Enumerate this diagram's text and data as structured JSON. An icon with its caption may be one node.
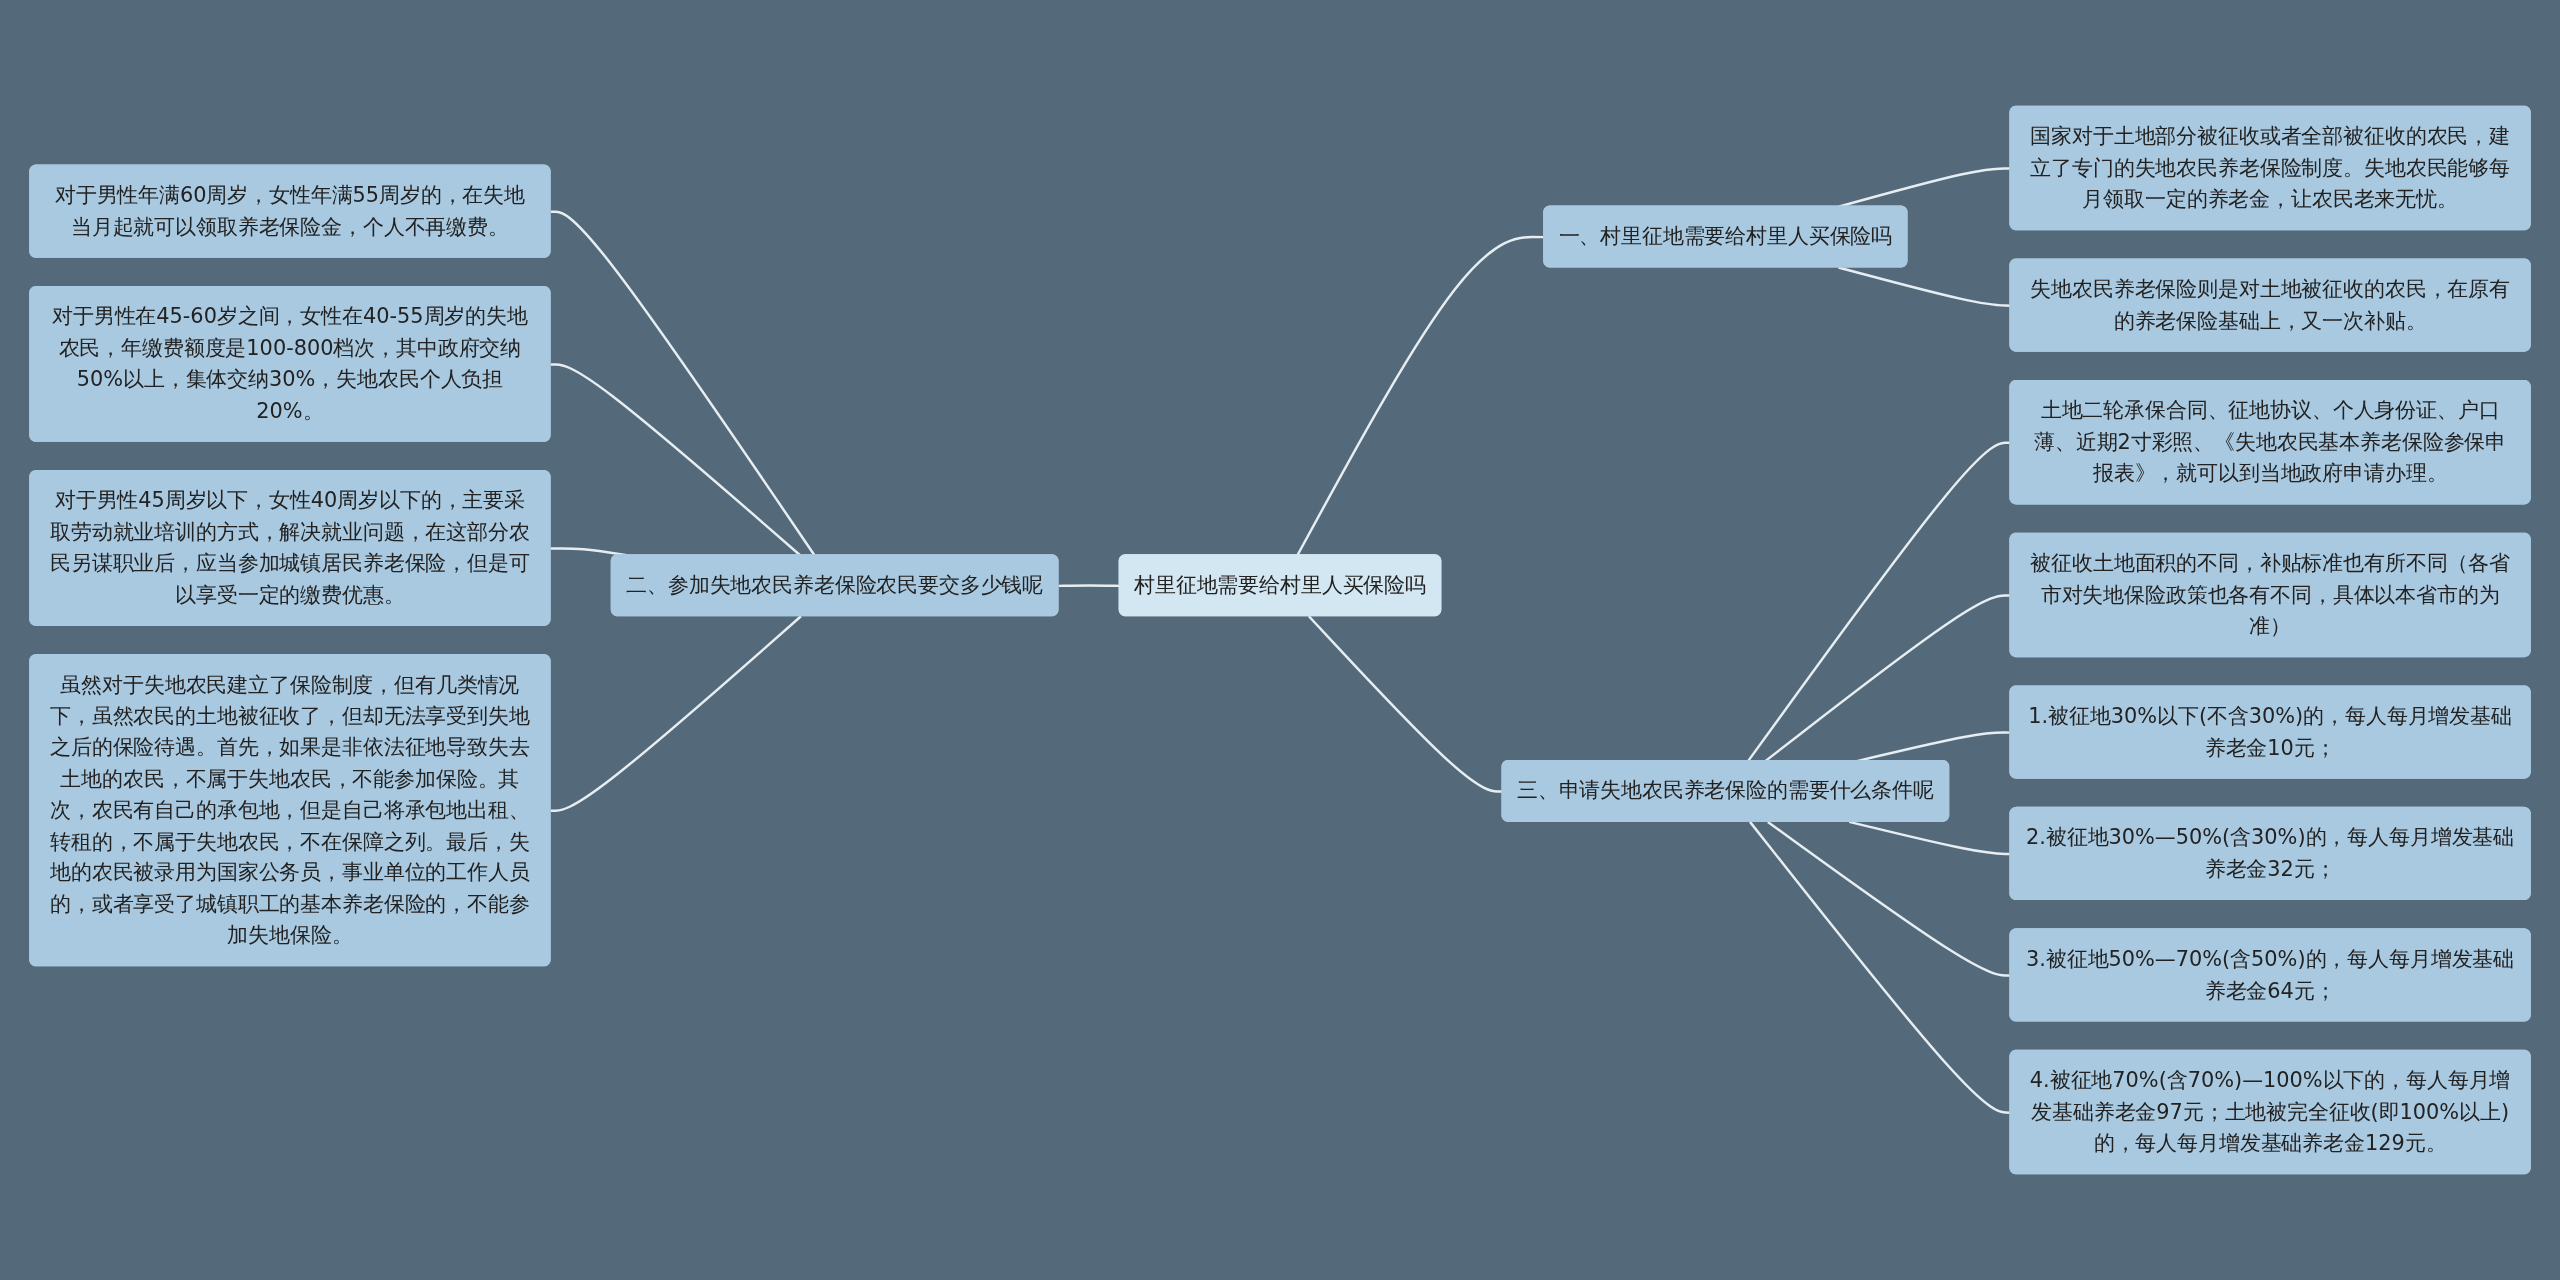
{
  "diagram": {
    "nodes": [
      {
        "text": [
          "村里征地需要给村里人买保险吗"
        ]
      },
      {
        "text": [
          "一、村里征地需要给村里人买保险吗"
        ]
      },
      {
        "text": [
          "国家对于土地部分被征收或者全部被征收的农民，建立了专门的失地农民养老保险制度。失地农民能够每月领取一定的养老金，让农民老来无忧。"
        ]
      },
      {
        "text": [
          "失地农民养老保险则是对土地被征收的农民，在原有的养老保险基础上，又一次补贴。"
        ]
      },
      {
        "text": [
          "二、参加失地农民养老保险农民要交多少钱呢"
        ]
      },
      {
        "text": [
          "对于男性年满60周岁，女性年满55周岁的，在失地当月起就可以领取养老保险金，个人不再缴费。"
        ]
      },
      {
        "text": [
          "对于男性在45-60岁之间，女性在40-55周岁的失地农民，年缴费额度是100-800档次，其中政府交纳50%以上，集体交纳30%，失地农民个人负担20%。"
        ]
      },
      {
        "text": [
          "对于男性45周岁以下，女性40周岁以下的，主要采取劳动就业培训的方式，解决就业问题，在这部分农民另谋职业后，应当参加城镇居民养老保险，但是可以享受一定的缴费优惠。"
        ]
      },
      {
        "text": [
          "虽然对于失地农民建立了保险制度，但有几类情况下，虽然农民的土地被征收了，但却无法享受到失地之后的保险待遇。首先，如果是非依法征地导致失去土地的农民，不属于失地农民，不能参加保险。其次，农民有自己的承包地，但是自己将承包地出租、转租的，不属于失地农民，不在保障之列。最后，失地的农民被录用为国家公务员，事业单位的工作人员的，或者享受了城镇职工的基本养老保险的，不能参加失地保险。"
        ]
      },
      {
        "text": [
          "三、申请失地农民养老保险的需要什么条件呢"
        ]
      },
      {
        "text": [
          "土地二轮承保合同、征地协议、个人身份证、户口薄、近期2寸彩照、《失地农民基本养老保险参保申报表》，就可以到当地政府申请办理。"
        ]
      },
      {
        "text": [
          "被征收土地面积的不同，补贴标准也有所不同（各省市对失地保险政策也各有不同，具体以本省市的为准）"
        ]
      },
      {
        "text": [
          "1.被征地30%以下(不含30%)的，每人每月增发基础养老金10元；"
        ]
      },
      {
        "text": [
          "2.被征地30%—50%(含30%)的，每人每月增发基础养老金32元；"
        ]
      },
      {
        "text": [
          "3.被征地50%—70%(含50%)的，每人每月增发基础养老金64元；"
        ]
      },
      {
        "text": [
          "4.被征地70%(含70%)—100%以下的，每人每月增发基础养老金97元；土地被完全征收(即100%以上)的，每人每月增发基础养老金129元。"
        ]
      }
    ],
    "edges": [
      {
        "from": 0,
        "to": 1,
        "arrow": "none"
      },
      {
        "from": 1,
        "to": 2,
        "arrow": "none"
      },
      {
        "from": 1,
        "to": 3,
        "arrow": "none"
      },
      {
        "from": 4,
        "to": 0,
        "arrow": "none"
      },
      {
        "from": 5,
        "to": 4,
        "arrow": "none"
      },
      {
        "from": 6,
        "to": 4,
        "arrow": "none"
      },
      {
        "from": 7,
        "to": 4,
        "arrow": "none"
      },
      {
        "from": 8,
        "to": 4,
        "arrow": "none"
      },
      {
        "from": 0,
        "to": 9,
        "arrow": "none"
      },
      {
        "from": 9,
        "to": 10,
        "arrow": "none"
      },
      {
        "from": 9,
        "to": 11,
        "arrow": "none"
      },
      {
        "from": 9,
        "to": 12,
        "arrow": "none"
      },
      {
        "from": 9,
        "to": 13,
        "arrow": "none"
      },
      {
        "from": 9,
        "to": 14,
        "arrow": "none"
      },
      {
        "from": 9,
        "to": 15,
        "arrow": "none"
      }
    ]
  }
}
